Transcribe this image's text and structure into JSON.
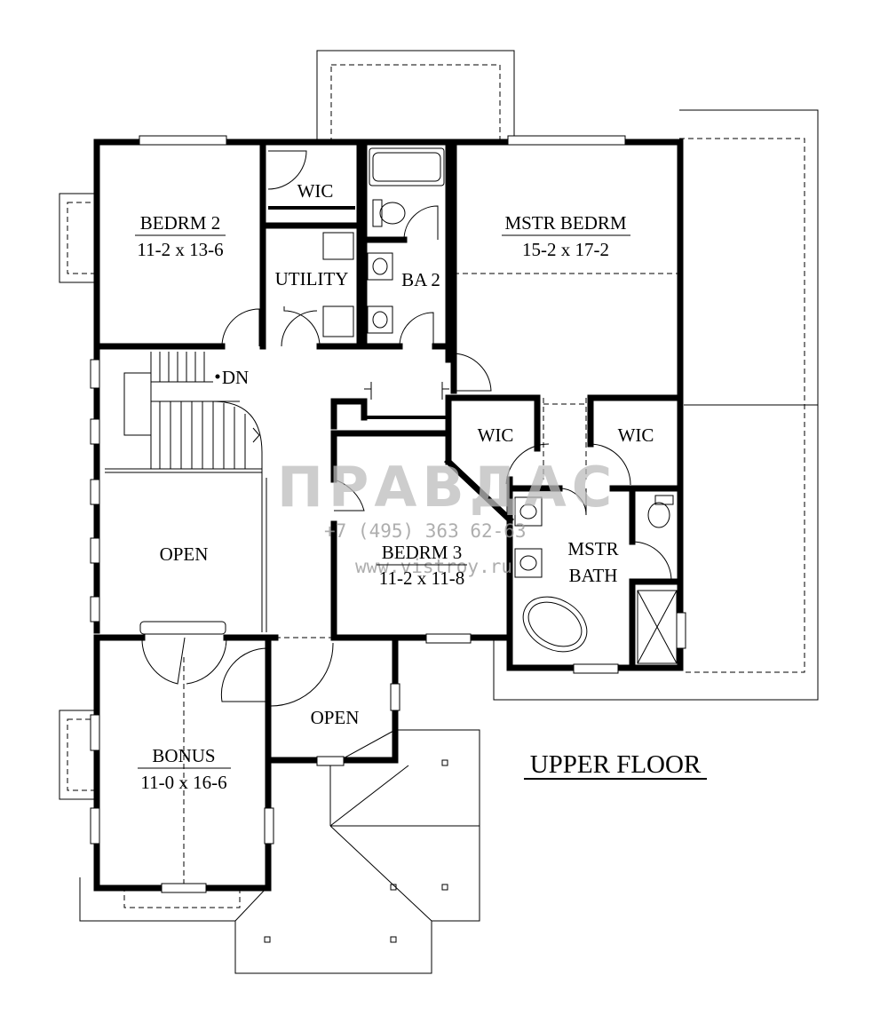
{
  "plan": {
    "title": "UPPER FLOOR",
    "rooms": {
      "bedroom2": {
        "name": "BEDRM 2",
        "dims": "11-2 x 13-6"
      },
      "wic_bedroom2": {
        "name": "WIC"
      },
      "utility": {
        "name": "UTILITY"
      },
      "bath2": {
        "name": "BA 2"
      },
      "master_bedroom": {
        "name": "MSTR BEDRM",
        "dims": "15-2 x 17-2"
      },
      "wic_master_left": {
        "name": "WIC"
      },
      "wic_master_right": {
        "name": "WIC"
      },
      "stair": {
        "name": "DN"
      },
      "open_stair": {
        "name": "OPEN"
      },
      "bedroom3": {
        "name": "BEDRM 3",
        "dims": "11-2 x 11-8"
      },
      "master_bath": {
        "name": "MSTR",
        "name2": "BATH"
      },
      "bonus": {
        "name": "BONUS",
        "dims": "11-0 x 16-6"
      },
      "open_lower": {
        "name": "OPEN"
      }
    },
    "watermark": {
      "brand": "ПРАВДАС",
      "phone": "+7 (495) 363 62-63",
      "site": "www.vistroy.ru"
    }
  }
}
